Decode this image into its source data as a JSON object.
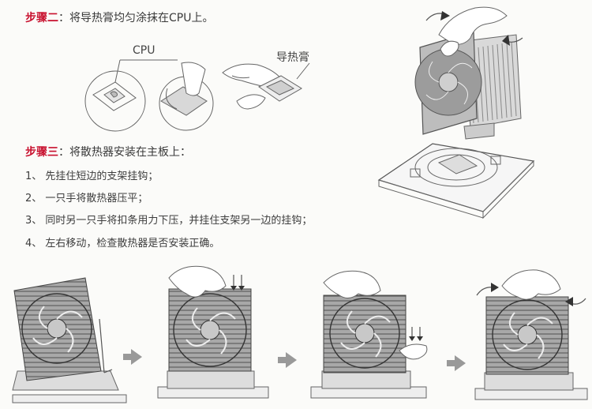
{
  "step2": {
    "prefix": "步骤二",
    "text": "：将导热膏均匀涂抹在CPU上。",
    "label_cpu": "CPU",
    "label_paste": "导热膏"
  },
  "step3": {
    "prefix": "步骤三",
    "text": "：将散热器安装在主板上：",
    "items": [
      "1、 先挂住短边的支架挂钩；",
      "2、 一只手将散热器压平；",
      "3、 同时另一只手将扣条用力下压，并挂住支架另一边的挂钩；",
      "4、 左右移动，检查散热器是否安装正确。"
    ]
  },
  "colors": {
    "heading_accent": "#c8102e",
    "arrow_gray": "#999999",
    "line_art": "#666666"
  }
}
